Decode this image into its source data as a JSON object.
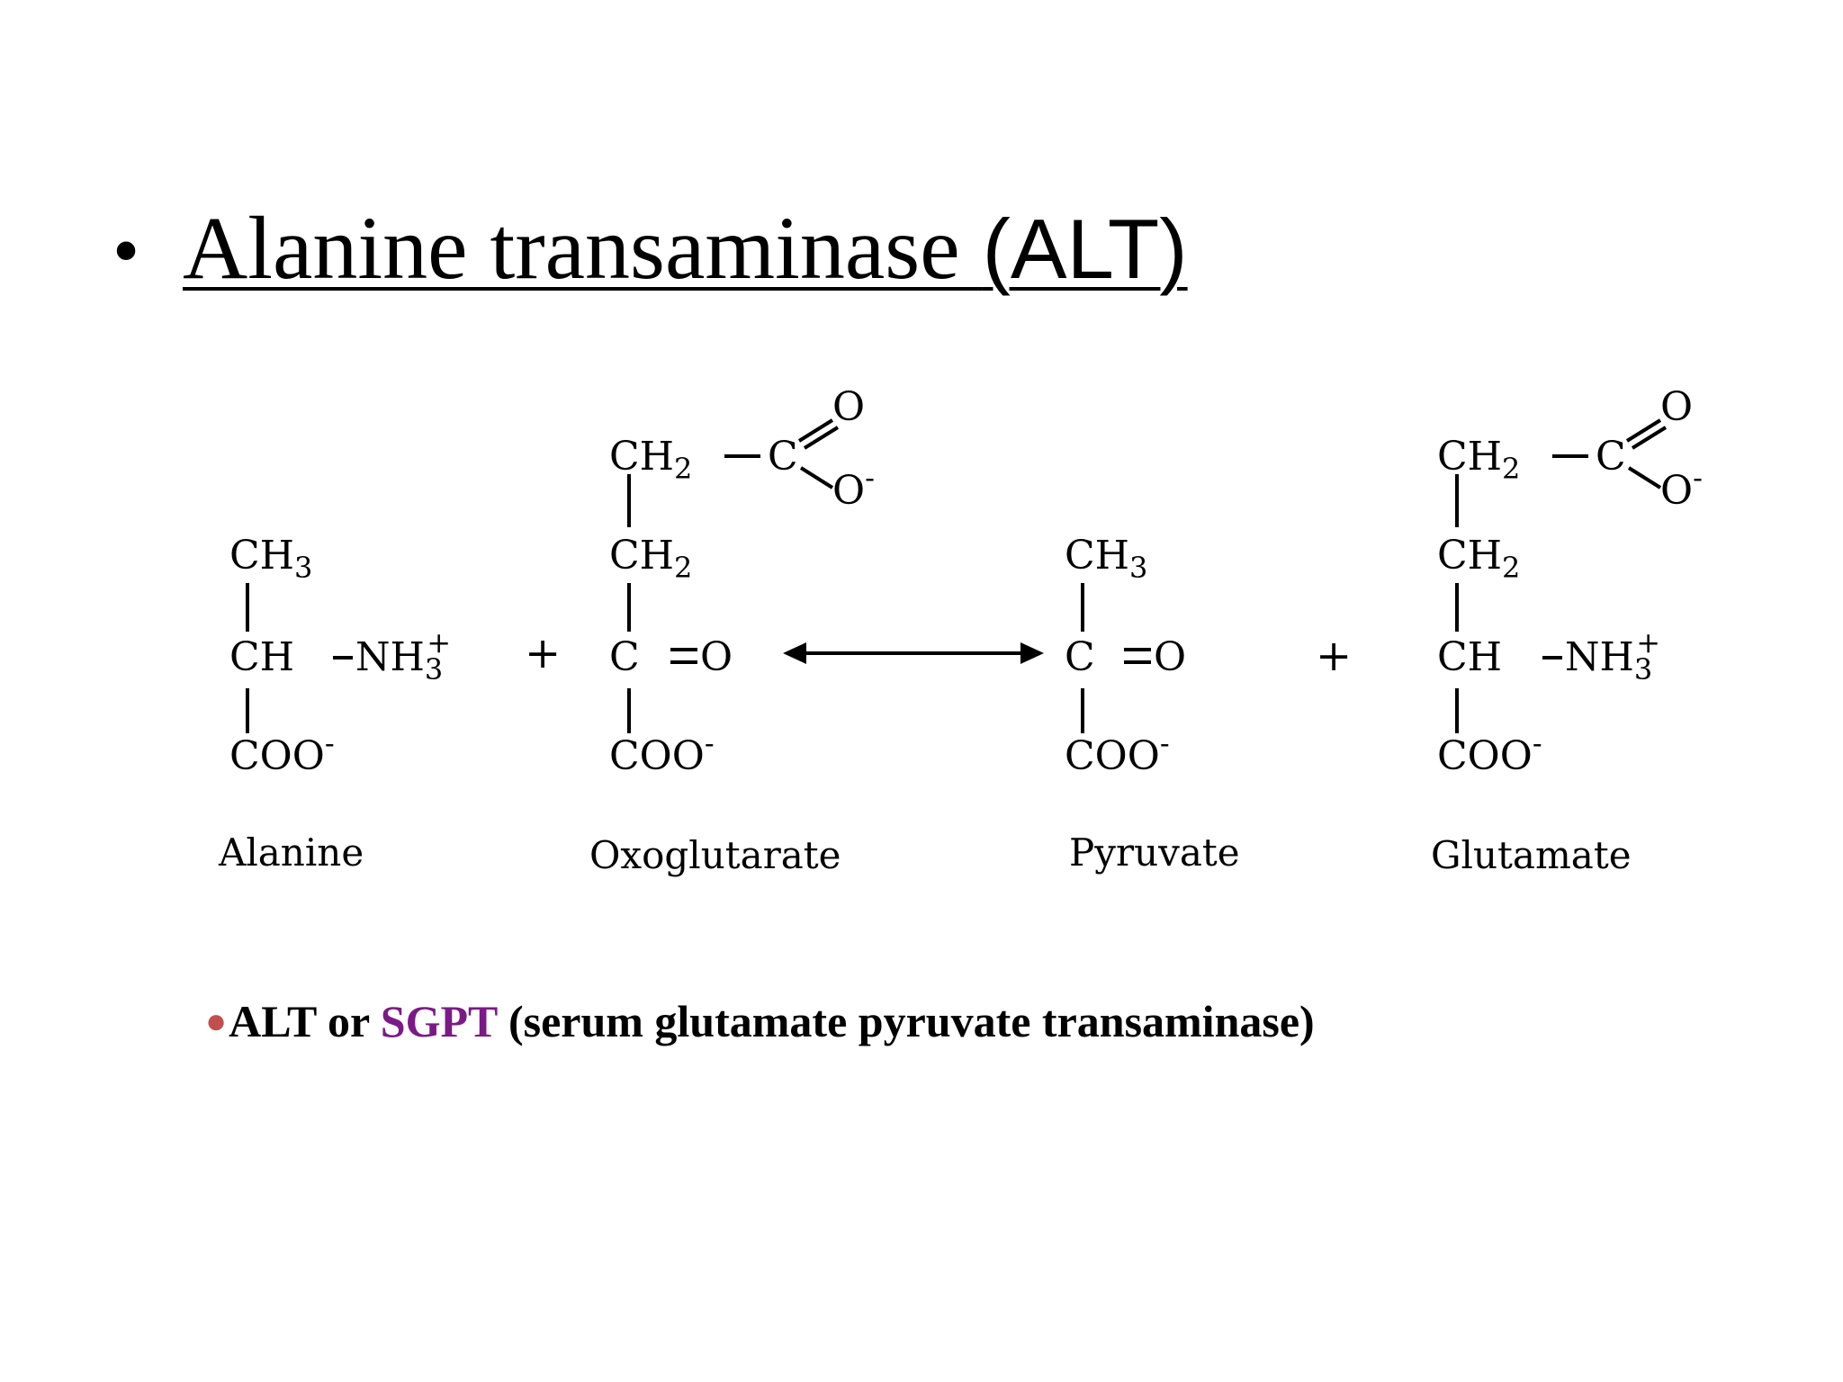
{
  "slide": {
    "title": {
      "bullet": "•",
      "text": "Alanine transaminase ",
      "abbr": "(ALT)"
    },
    "reaction": {
      "compounds": [
        {
          "name": "Alanine"
        },
        {
          "name": "Oxoglutarate"
        },
        {
          "name": "Pyruvate"
        },
        {
          "name": "Glutamate"
        }
      ],
      "plus_sign": "+",
      "arrow": "reversible-arrow"
    },
    "note": {
      "bullet": "●",
      "text_1": "ALT or ",
      "highlight": "SGPT",
      "text_2": " (serum glutamate pyruvate transaminase)",
      "bullet_color": "#c0504d",
      "highlight_color": "#7b1a86"
    }
  }
}
